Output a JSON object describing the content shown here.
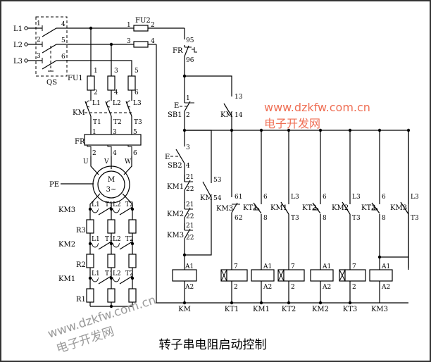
{
  "title": "转子串电阻启动控制",
  "watermark": {
    "url": "www.dzkfw.com.cn",
    "name": "电子开发网",
    "color_red": "#ef6f55",
    "color_gray": "#9a9a9a"
  },
  "power_circuit": {
    "lines": [
      "L1",
      "L2",
      "L3"
    ],
    "qs": {
      "label": "QS",
      "in_terms": [
        "1",
        "2",
        "3"
      ],
      "out_terms": [
        "4",
        "5",
        "6"
      ]
    },
    "fu1": {
      "label": "FU1",
      "top_terms": [
        "1",
        "3",
        "5"
      ],
      "bottom_terms": [
        "2",
        "4",
        "6"
      ]
    },
    "fu2": {
      "label": "FU2",
      "terms_a": [
        "1",
        "2"
      ],
      "terms_b": [
        "3",
        "4"
      ]
    },
    "km_main": {
      "label": "KM",
      "line_terms": [
        "L1",
        "L2",
        "L3"
      ],
      "load_terms": [
        "T1",
        "T2",
        "T3"
      ]
    },
    "fr": {
      "label": "FR",
      "top_terms": [
        "1",
        "3",
        "5"
      ],
      "bottom_terms": [
        "2",
        "4",
        "6"
      ]
    },
    "motor": {
      "label": "M",
      "sub": "3~",
      "terminals": [
        "U",
        "V",
        "W"
      ],
      "pe": "PE"
    },
    "rotor_stages": [
      {
        "contactor": "KM3",
        "resistor": "R3",
        "terms": [
          "L1",
          "T1",
          "L2",
          "T2"
        ]
      },
      {
        "contactor": "KM2",
        "resistor": "R2",
        "terms": [
          "L1",
          "T1",
          "L2",
          "T2"
        ]
      },
      {
        "contactor": "KM1",
        "resistor": "R1",
        "terms": [
          "L1",
          "T1",
          "L2",
          "T2"
        ]
      }
    ]
  },
  "control_circuit": {
    "fr_contact": {
      "label": "FR",
      "terms": [
        "95",
        "96"
      ]
    },
    "sb1": {
      "label": "SB1",
      "terms": [
        "1",
        "2"
      ]
    },
    "km_hold": {
      "label": "KM",
      "terms": [
        "13",
        "14"
      ]
    },
    "sb2": {
      "label": "SB2",
      "terms": [
        "3",
        "4"
      ]
    },
    "interlocks": [
      {
        "label": "KM1",
        "terms": [
          "21",
          "22"
        ]
      },
      {
        "label": "KM2",
        "terms": [
          "21",
          "22"
        ]
      },
      {
        "label": "KM3",
        "terms": [
          "21",
          "22"
        ]
      }
    ],
    "km_aux": {
      "label": "KM",
      "terms": [
        "53",
        "54"
      ]
    },
    "km3_nc": {
      "label": "KM3",
      "terms": [
        "61",
        "62"
      ]
    },
    "branch_contacts": [
      {
        "label": "KT1",
        "terms": [
          "6",
          "8"
        ],
        "type": "timed-nc-delay"
      },
      {
        "label": "KM1",
        "terms": [
          "L3",
          "T3"
        ],
        "type": "no"
      },
      {
        "label": "KT2",
        "terms": [
          "6",
          "8"
        ],
        "type": "timed-nc-delay"
      },
      {
        "label": "KM2",
        "terms": [
          "L3",
          "T3"
        ],
        "type": "no"
      },
      {
        "label": "KT3",
        "terms": [
          "6",
          "8"
        ],
        "type": "timed-nc-delay"
      },
      {
        "label": "KM3",
        "terms": [
          "L3",
          "T3"
        ],
        "type": "no"
      }
    ],
    "coils": [
      {
        "label": "KM",
        "terms": [
          "A1",
          "A2"
        ],
        "timer": false
      },
      {
        "label": "KT1",
        "terms": [
          "7",
          "2"
        ],
        "timer": true
      },
      {
        "label": "KM1",
        "terms": [
          "A1",
          "A2"
        ],
        "timer": false
      },
      {
        "label": "KT2",
        "terms": [
          "7",
          "2"
        ],
        "timer": true
      },
      {
        "label": "KM2",
        "terms": [
          "A1",
          "A2"
        ],
        "timer": false
      },
      {
        "label": "KT3",
        "terms": [
          "7",
          "2"
        ],
        "timer": true
      },
      {
        "label": "KM3",
        "terms": [
          "A1",
          "A2"
        ],
        "timer": false
      }
    ]
  }
}
